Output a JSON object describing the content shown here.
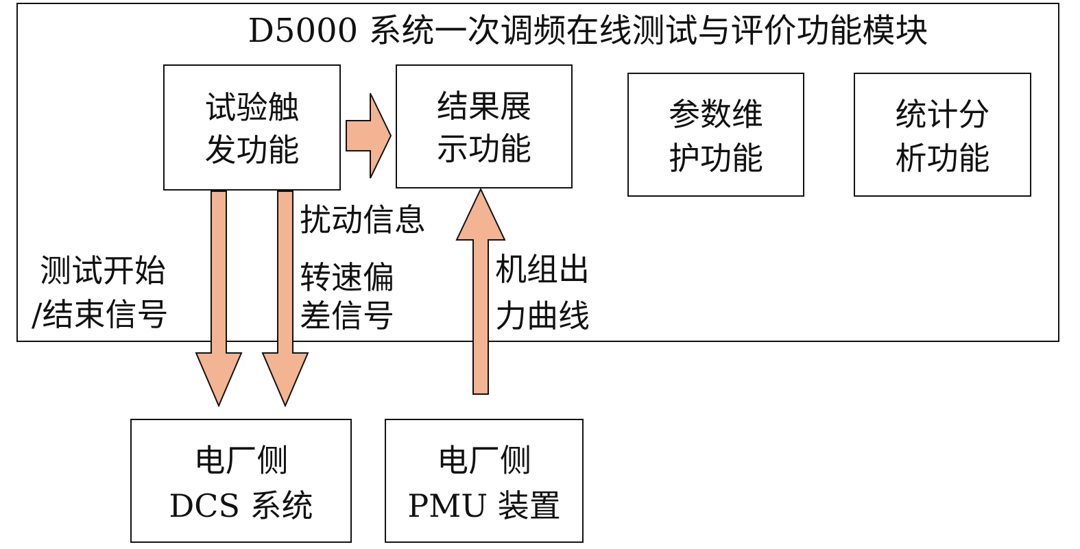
{
  "diagram": {
    "module_title": "D5000 系统一次调频在线测试与评价功能模块",
    "blocks": {
      "trigger": [
        "试验触",
        "发功能"
      ],
      "result": [
        "结果展",
        "示功能"
      ],
      "param": [
        "参数维",
        "护功能"
      ],
      "stats": [
        "统计分",
        "析功能"
      ],
      "dcs": [
        "电厂侧",
        "DCS 系统"
      ],
      "pmu": [
        "电厂侧",
        "PMU 装置"
      ]
    },
    "signals": {
      "test_start_end": [
        "测试开始",
        "/结束信号"
      ],
      "disturbance": "扰动信息",
      "speed_deviation": [
        "转速偏",
        "差信号"
      ],
      "unit_output": [
        "机组出",
        "力曲线"
      ]
    }
  },
  "colors": {
    "arrow_fill": "#f2b492",
    "stroke": "#111111"
  }
}
